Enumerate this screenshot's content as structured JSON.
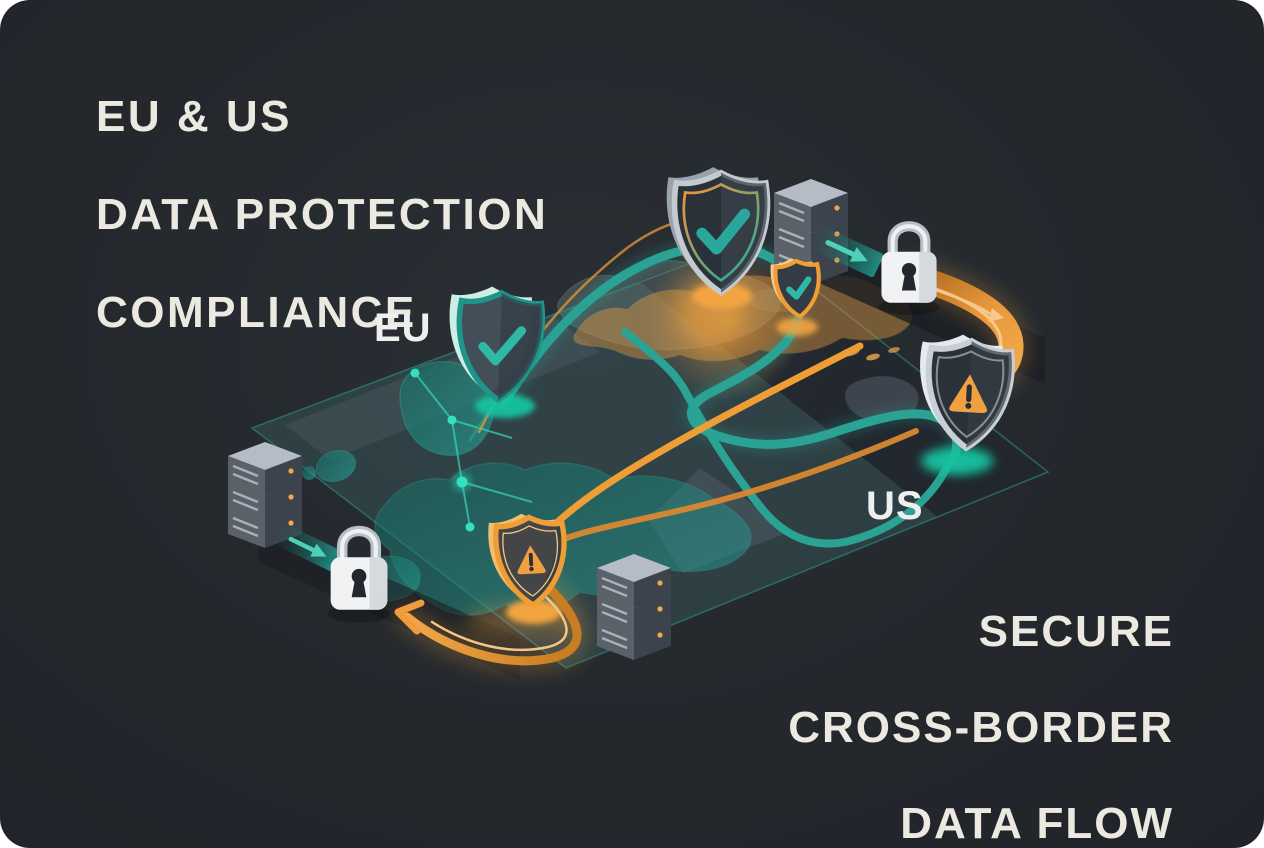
{
  "illustration": {
    "kind": "isometric cross-border data flow infographic",
    "background": "#24282d",
    "corner_backdrop": "#ffffff"
  },
  "title": {
    "line1": "EU & US",
    "line2": "DATA PROTECTION",
    "line3": "COMPLIANCE",
    "color": "#ece9e1"
  },
  "region_labels": {
    "eu": "EU",
    "us": "US"
  },
  "caption": {
    "line1": "SECURE",
    "line2": "CROSS-BORDER",
    "line3": "DATA FLOW",
    "color": "#ece9e1"
  },
  "palette": {
    "teal": "#2aa294",
    "teal_bright": "#35e0c0",
    "teal_glow": "#14c3a0",
    "orange": "#ef9d35",
    "orange_deep": "#c97d22",
    "orange_glow": "#f2a440",
    "silver": "#c7cdd5",
    "slate_shield_face": "#2b3138",
    "map_teal_fill": "#1f8a7d",
    "server_gray": "#b6bcc6"
  },
  "icons": [
    {
      "name": "eu-shield-check-icon",
      "meaning": "EU compliance verified shield"
    },
    {
      "name": "large-shield-check-icon",
      "meaning": "central protection shield with checkmark"
    },
    {
      "name": "small-shield-check-icon",
      "meaning": "small verified shield over US map"
    },
    {
      "name": "us-shield-warning-icon",
      "meaning": "US-side shield with warning triangle"
    },
    {
      "name": "orange-shield-warning-icon",
      "meaning": "EU-side shield with warning triangle"
    },
    {
      "name": "server-stack-icon",
      "meaning": "data server stack (3 instances)"
    },
    {
      "name": "padlock-icon",
      "meaning": "encrypted data lock (2 instances)"
    },
    {
      "name": "teal-flow-arrow-icon",
      "meaning": "secure transfer arrow (2 instances)"
    },
    {
      "name": "orange-return-arrow-icon",
      "meaning": "return data-flow arrow"
    },
    {
      "name": "orange-uturn-band-icon",
      "meaning": "re-routed orange data band"
    }
  ]
}
